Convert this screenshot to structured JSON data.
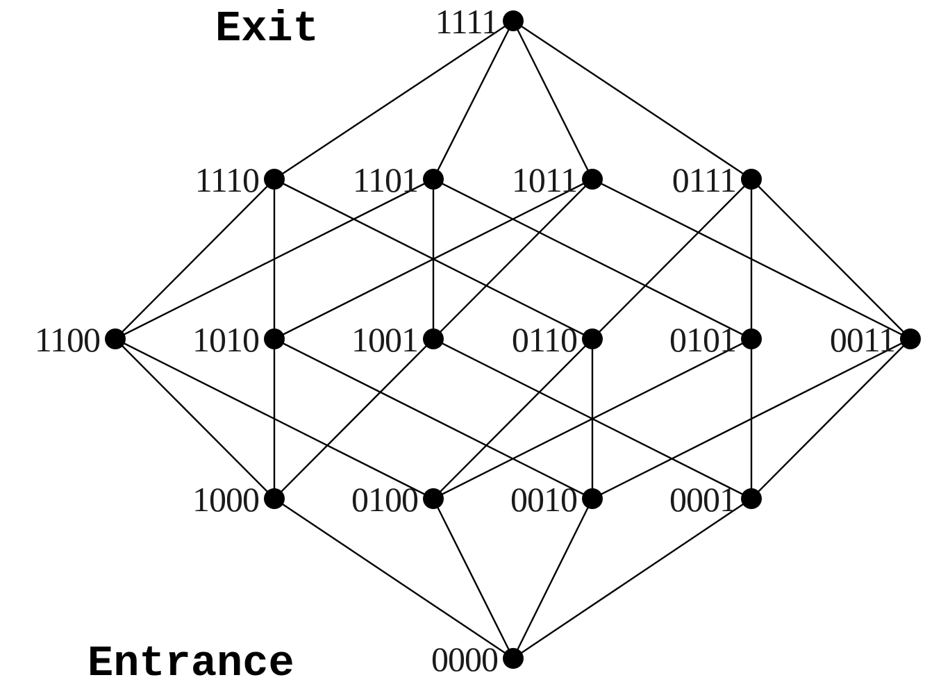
{
  "labels": {
    "exit": "Exit",
    "entrance": "Entrance"
  },
  "colors": {
    "background": "#ffffff",
    "edges": "#000000",
    "nodes": "#000000",
    "text": "#1a1a1a"
  },
  "nodes": [
    {
      "id": "1111",
      "label": "1111"
    },
    {
      "id": "1110",
      "label": "1110"
    },
    {
      "id": "1101",
      "label": "1101"
    },
    {
      "id": "1011",
      "label": "1011"
    },
    {
      "id": "0111",
      "label": "0111"
    },
    {
      "id": "1100",
      "label": "1100"
    },
    {
      "id": "1010",
      "label": "1010"
    },
    {
      "id": "1001",
      "label": "1001"
    },
    {
      "id": "0110",
      "label": "0110"
    },
    {
      "id": "0101",
      "label": "0101"
    },
    {
      "id": "0011",
      "label": "0011"
    },
    {
      "id": "1000",
      "label": "1000"
    },
    {
      "id": "0100",
      "label": "0100"
    },
    {
      "id": "0010",
      "label": "0010"
    },
    {
      "id": "0001",
      "label": "0001"
    },
    {
      "id": "0000",
      "label": "0000"
    }
  ],
  "edges": [
    [
      "1111",
      "1110"
    ],
    [
      "1111",
      "1101"
    ],
    [
      "1111",
      "1011"
    ],
    [
      "1111",
      "0111"
    ],
    [
      "1110",
      "1100"
    ],
    [
      "1110",
      "1010"
    ],
    [
      "1110",
      "0110"
    ],
    [
      "1101",
      "1100"
    ],
    [
      "1101",
      "1001"
    ],
    [
      "1101",
      "0101"
    ],
    [
      "1011",
      "1010"
    ],
    [
      "1011",
      "1001"
    ],
    [
      "1011",
      "0011"
    ],
    [
      "0111",
      "0110"
    ],
    [
      "0111",
      "0101"
    ],
    [
      "0111",
      "0011"
    ],
    [
      "1100",
      "1000"
    ],
    [
      "1100",
      "0100"
    ],
    [
      "1010",
      "1000"
    ],
    [
      "1010",
      "0010"
    ],
    [
      "1001",
      "1000"
    ],
    [
      "1001",
      "0001"
    ],
    [
      "0110",
      "0100"
    ],
    [
      "0110",
      "0010"
    ],
    [
      "0101",
      "0100"
    ],
    [
      "0101",
      "0001"
    ],
    [
      "0011",
      "0010"
    ],
    [
      "0011",
      "0001"
    ],
    [
      "1000",
      "0000"
    ],
    [
      "0100",
      "0000"
    ],
    [
      "0010",
      "0000"
    ],
    [
      "0001",
      "0000"
    ]
  ]
}
